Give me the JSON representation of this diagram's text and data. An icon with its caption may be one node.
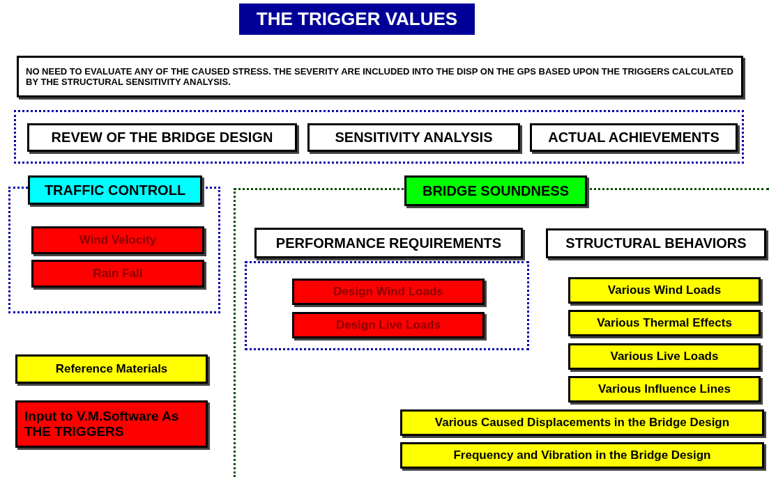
{
  "diagram": {
    "title": "THE TRIGGER VALUES",
    "nodes": [
      {
        "text": [
          "NO NEED TO EVALUATE ANY OF THE CAUSED STRESS. THE SEVERITY ARE INCLUDED INTO THE DISP ON THE GPS BASED UPON THE TRIGGERS CALCULATED BY THE STRUCTURAL SENSITIVITY ANALYSIS."
        ]
      },
      {
        "text": [],
        "shape": "box"
      },
      {
        "text": [
          "REVEW OF THE BRIDGE DESIGN"
        ],
        "in": 1
      },
      {
        "text": [
          "SENSITIVITY ANALYSIS"
        ],
        "in": 1
      },
      {
        "text": [
          "ACTUAL ACHIEVEMENTS"
        ],
        "in": 1
      },
      {
        "text": [
          "TRAFFIC CONTROLL"
        ]
      },
      {
        "text": [
          "Wind Velocity"
        ],
        "in": 5
      },
      {
        "text": [
          "Rain Fall"
        ],
        "in": 5
      },
      {
        "text": [
          "BRIDGE SOUNDNESS"
        ]
      },
      {
        "text": [
          "PERFORMANCE REQUIREMENTS"
        ],
        "in": 8
      },
      {
        "text": [],
        "shape": "box",
        "in": 8
      },
      {
        "text": [
          "Design Wind Loads"
        ],
        "in": 10
      },
      {
        "text": [
          "Design Live Loads"
        ],
        "in": 10
      },
      {
        "text": [
          "STRUCTURAL BEHAVIORS"
        ],
        "in": 8
      },
      {
        "text": [
          "Various Wind Loads"
        ],
        "in": 8
      },
      {
        "text": [
          "Various Thermal Effects"
        ],
        "in": 8
      },
      {
        "text": [
          "Various Live Loads"
        ],
        "in": 8
      },
      {
        "text": [
          "Various Influence Lines"
        ],
        "in": 8
      },
      {
        "text": [
          "Various Caused Displacements in the Bridge Design"
        ],
        "in": 8
      },
      {
        "text": [
          "Frequency and Vibration in the Bridge Design"
        ],
        "in": 8
      },
      {
        "text": [
          "Reference Materials"
        ]
      },
      {
        "text": [
          "Input to V.M.Software As THE TRIGGERS"
        ]
      }
    ],
    "edges": []
  }
}
